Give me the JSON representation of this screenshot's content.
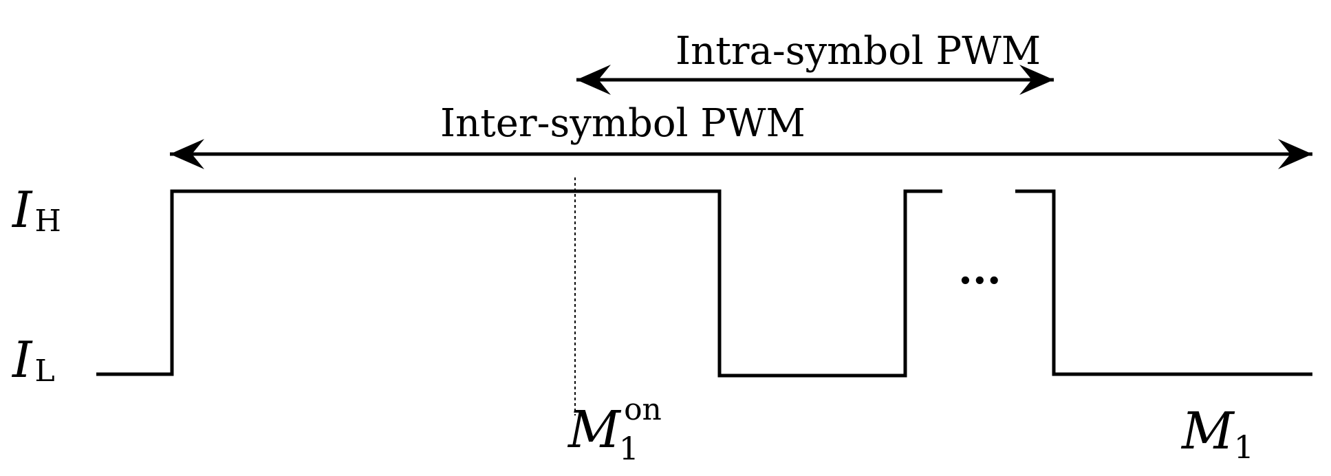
{
  "diagram": {
    "arrows": {
      "intra": {
        "label": "Intra-symbol PWM"
      },
      "inter": {
        "label": "Inter-symbol PWM"
      }
    },
    "levels": {
      "high": {
        "base": "I",
        "sub": "H"
      },
      "low": {
        "base": "I",
        "sub": "L"
      }
    },
    "markers": {
      "m1_on": {
        "base": "M",
        "sub": "1",
        "sup": "on"
      },
      "m1": {
        "base": "M",
        "sub": "1"
      }
    },
    "ellipsis": "..."
  }
}
